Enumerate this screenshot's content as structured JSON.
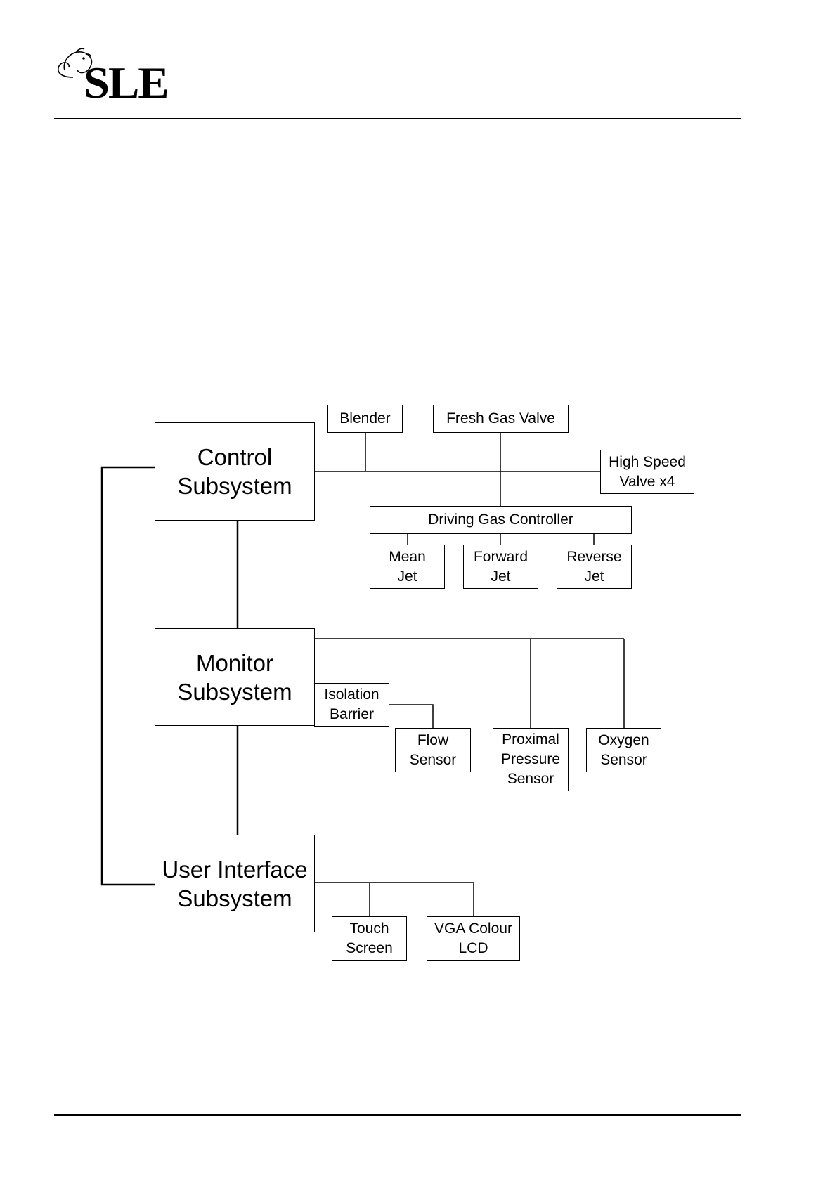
{
  "header": {
    "logo_text": "SLE"
  },
  "diagram": {
    "subsystems": {
      "control": "Control\nSubsystem",
      "monitor": "Monitor\nSubsystem",
      "user_interface": "User Interface\nSubsystem"
    },
    "components": {
      "blender": "Blender",
      "fresh_gas_valve": "Fresh Gas Valve",
      "high_speed_valve": "High Speed\nValve x4",
      "driving_gas_controller": "Driving Gas Controller",
      "mean_jet": "Mean\nJet",
      "forward_jet": "Forward\nJet",
      "reverse_jet": "Reverse\nJet",
      "isolation_barrier": "Isolation\nBarrier",
      "flow_sensor": "Flow\nSensor",
      "proximal_pressure_sensor": "Proximal\nPressure\nSensor",
      "oxygen_sensor": "Oxygen\nSensor",
      "touch_screen": "Touch\nScreen",
      "vga_colour_lcd": "VGA Colour\nLCD"
    }
  }
}
